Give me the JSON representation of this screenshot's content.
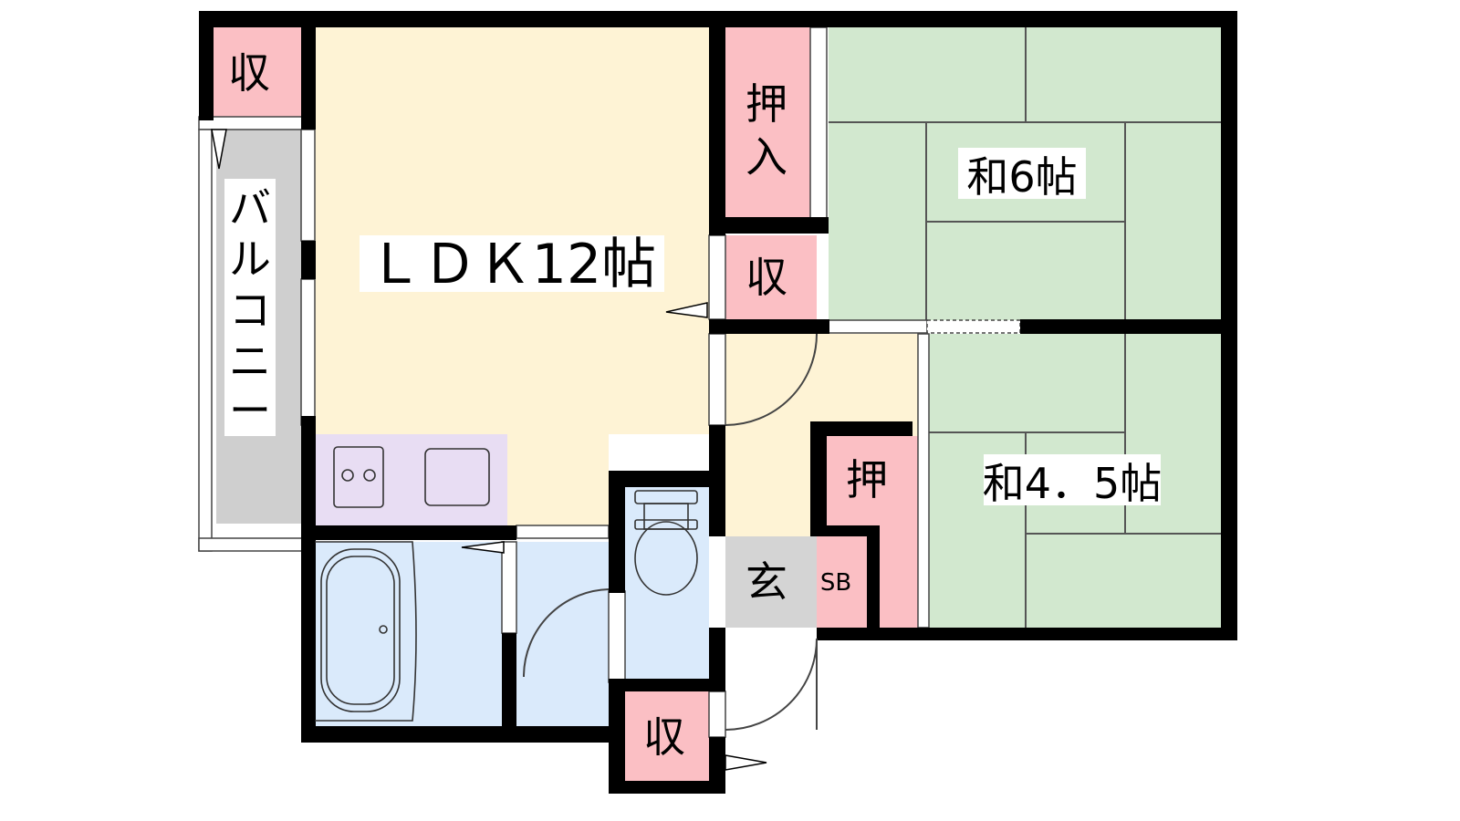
{
  "colors": {
    "wall": "#000000",
    "ldk": "#FEF3D5",
    "tatami": "#D2E8CF",
    "storage": "#FBBFC4",
    "kitchen": "#E8DDF3",
    "wet": "#DAEAFB",
    "entrance": "#D4D4D4",
    "balcony": "#CFCFCF",
    "hall": "#FEF3D5"
  },
  "labels": {
    "ldk": "ＬＤＫ12帖",
    "washitsu6": "和6帖",
    "washitsu45": "和4．5帖",
    "oshiire_top_1": "押",
    "oshiire_top_2": "入",
    "oshi": "押",
    "shu_topleft": "収",
    "shu_mid": "収",
    "shu_bottom": "収",
    "genkan": "玄",
    "sb": "SB",
    "balcony": [
      "バ",
      "ル",
      "コ",
      "ニ",
      "ー"
    ]
  },
  "icons": [
    "stove-icon",
    "sink-icon",
    "toilet-icon",
    "bathtub-icon"
  ]
}
